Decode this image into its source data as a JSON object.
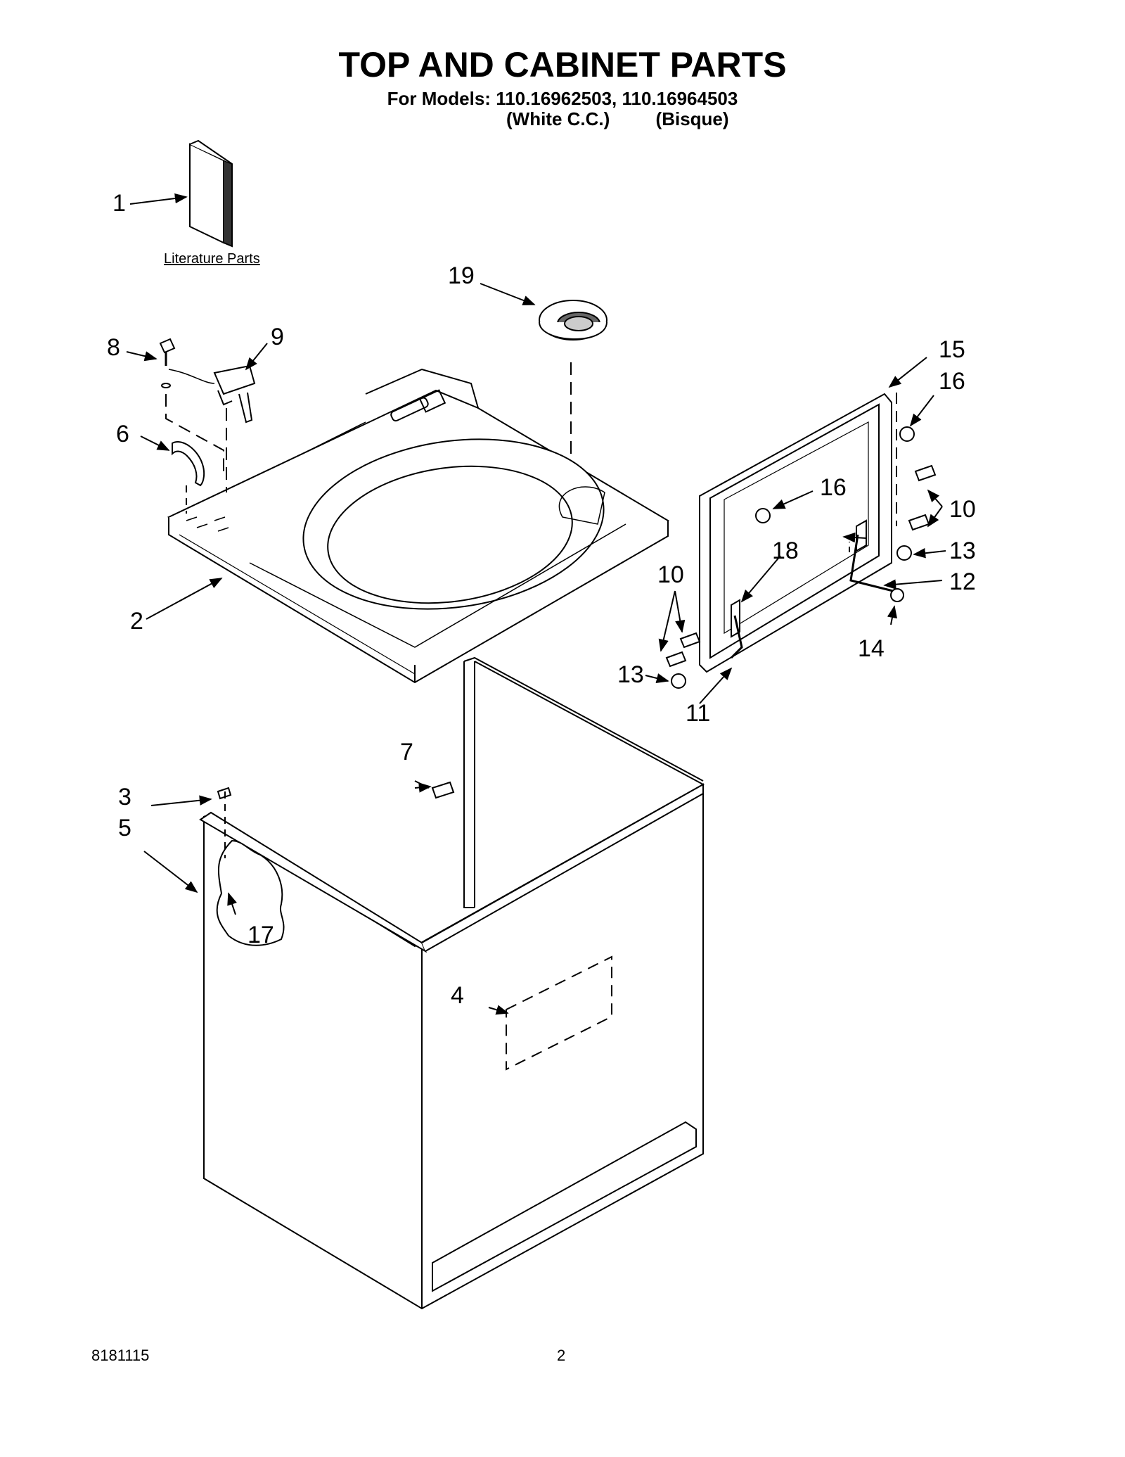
{
  "header": {
    "title": "TOP AND CABINET PARTS",
    "models_line": "For Models: 110.16962503, 110.16964503",
    "variant_1": "(White C.C.)",
    "variant_2": "(Bisque)"
  },
  "literature_label": "Literature Parts",
  "callouts": {
    "c1": "1",
    "c2": "2",
    "c3": "3",
    "c4": "4",
    "c5": "5",
    "c6": "6",
    "c7": "7",
    "c8": "8",
    "c9": "9",
    "c10a": "10",
    "c10b": "10",
    "c11": "11",
    "c12": "12",
    "c13a": "13",
    "c13b": "13",
    "c14": "14",
    "c15": "15",
    "c16a": "16",
    "c16b": "16",
    "c17": "17",
    "c18": "18",
    "c19": "19"
  },
  "footer": {
    "doc_number": "8181115",
    "page_number": "2"
  }
}
